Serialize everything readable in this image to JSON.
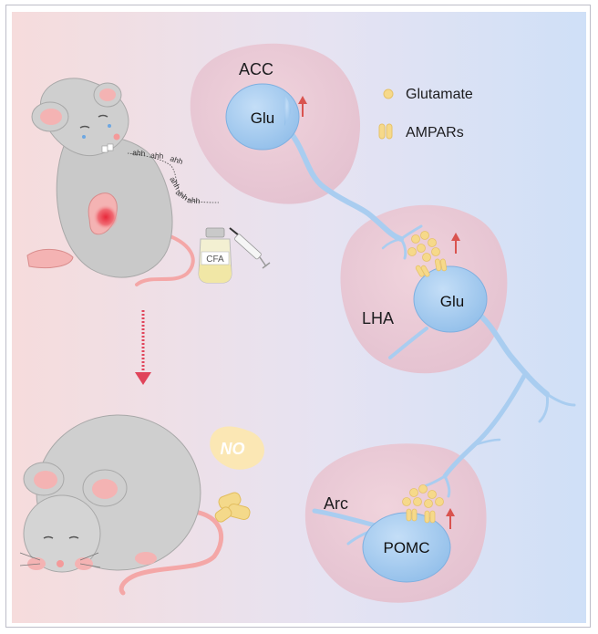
{
  "regions": {
    "acc": "ACC",
    "lha": "LHA",
    "arc": "Arc"
  },
  "cells": {
    "acc": "Glu",
    "lha": "Glu",
    "arc": "POMC"
  },
  "legend": {
    "glutamate": "Glutamate",
    "ampars": "AMPARs"
  },
  "vial_label": "CFA",
  "mouse_sound": [
    "ahh",
    "ahh",
    "ahh",
    "ahh",
    "ahh",
    "ahh"
  ],
  "no_sign": "NO",
  "colors": {
    "neuron": "#a9cdf0",
    "neuron_edge": "#7fb0e0",
    "region": "#e8c7d3",
    "glutamate": "#f6d98a",
    "arrow_up": "#d9534f",
    "arrow_down": "#e0445a",
    "mouse": "#c9c9c9",
    "skin": "#f4a7a7"
  }
}
